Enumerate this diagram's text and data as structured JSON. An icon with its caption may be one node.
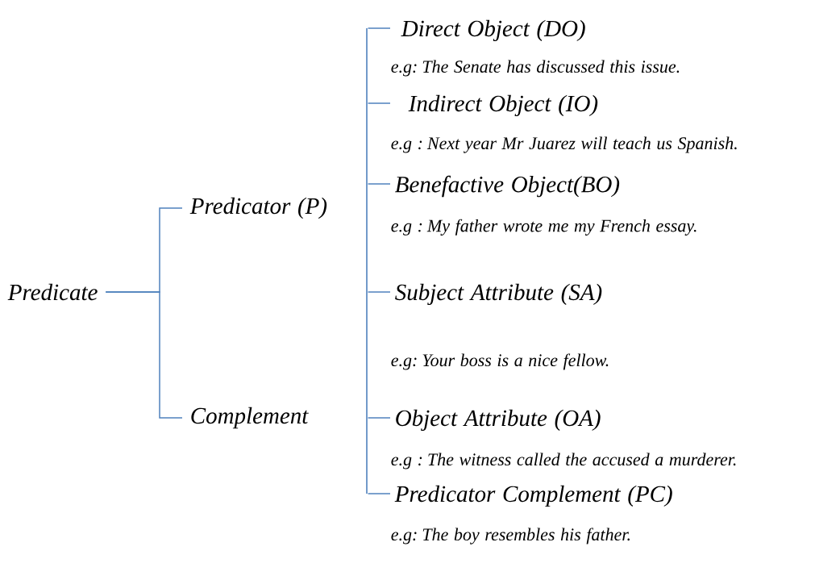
{
  "diagram": {
    "nodes": [
      {
        "text": [
          "Predicate"
        ]
      },
      {
        "text": [
          "Predicator (P)"
        ]
      },
      {
        "text": [
          "Complement"
        ]
      },
      {
        "text": [],
        "shape": "bar"
      },
      {
        "text": [
          "Direct Object (DO)",
          "e.g:  The Senate has discussed  this issue."
        ]
      },
      {
        "text": [
          "Indirect Object (IO)",
          "e.g : Next year Mr Juarez will teach us Spanish."
        ]
      },
      {
        "text": [
          "Benefactive Object(BO)",
          "e.g : My father wrote me my French essay."
        ]
      },
      {
        "text": [
          "Subject Attribute (SA)",
          "e.g:  Your boss is a nice fellow."
        ]
      },
      {
        "text": [
          "Object Attribute (OA)",
          "e.g : The witness called the accused a murderer."
        ]
      },
      {
        "text": [
          "Predicator Complement (PC)",
          "e.g:  The boy resembles his father."
        ]
      }
    ],
    "edges": [
      {
        "from": 0,
        "to": 1,
        "arrow": "none"
      },
      {
        "from": 0,
        "to": 2,
        "arrow": "none"
      },
      {
        "from": 3,
        "to": 4,
        "arrow": "none"
      },
      {
        "from": 3,
        "to": 5,
        "arrow": "none"
      },
      {
        "from": 3,
        "to": 6,
        "arrow": "none"
      },
      {
        "from": 3,
        "to": 7,
        "arrow": "none"
      },
      {
        "from": 3,
        "to": 8,
        "arrow": "none"
      },
      {
        "from": 3,
        "to": 9,
        "arrow": "none"
      }
    ]
  }
}
